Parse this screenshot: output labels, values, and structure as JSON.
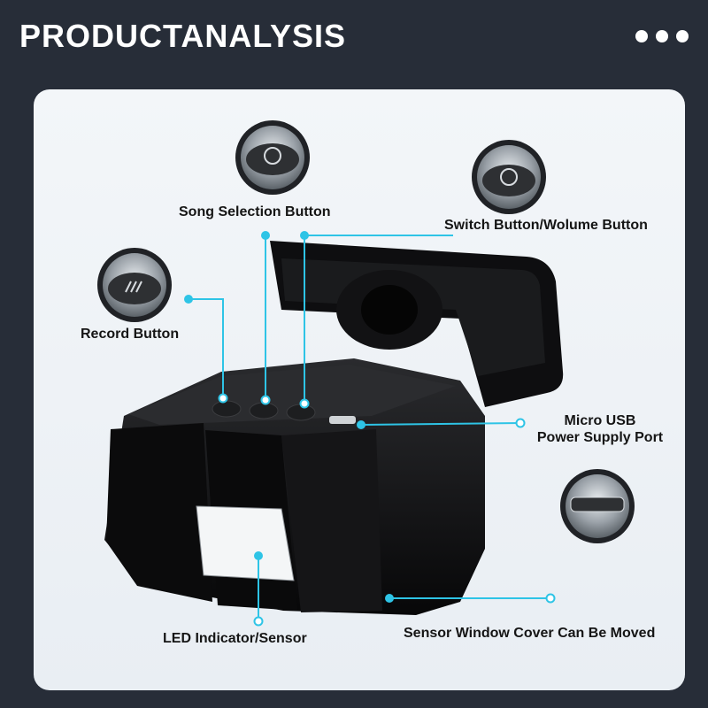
{
  "header": {
    "title": "PRODUCTANALYSIS",
    "menu_icon": "more-dots-icon"
  },
  "labels": {
    "song_selection": "Song Selection Button",
    "switch_volume": "Switch Button/Wolume Button",
    "record": "Record Button",
    "micro_usb_line1": "Micro USB",
    "micro_usb_line2": "Power Supply Port",
    "led_sensor": "LED Indicator/Sensor",
    "sensor_cover": "Sensor Window Cover Can Be Moved"
  },
  "colors": {
    "background": "#272d38",
    "card": "#eef2f6",
    "accent": "#2ec4e6",
    "device": "#0d0d0f"
  }
}
